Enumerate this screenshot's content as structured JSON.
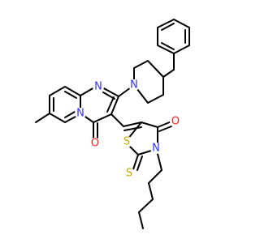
{
  "atoms": {
    "n_pip": {
      "text": "N",
      "color": "#3030ff"
    },
    "n_pyr_top": {
      "text": "N",
      "color": "#3030ff"
    },
    "n_bridge": {
      "text": "N",
      "color": "#3030ff"
    },
    "o_pyr": {
      "text": "O",
      "color": "#ff2020"
    },
    "o_thz": {
      "text": "O",
      "color": "#ff2020"
    },
    "s_ring": {
      "text": "S",
      "color": "#c8a800"
    },
    "s_thione": {
      "text": "S",
      "color": "#c8a800"
    },
    "n_thz": {
      "text": "N",
      "color": "#3030ff"
    }
  },
  "colors": {
    "bond": "#000000",
    "nitrogen": "#3030ff",
    "oxygen": "#ff2020",
    "sulfur": "#c8a800",
    "background": "#ffffff"
  }
}
